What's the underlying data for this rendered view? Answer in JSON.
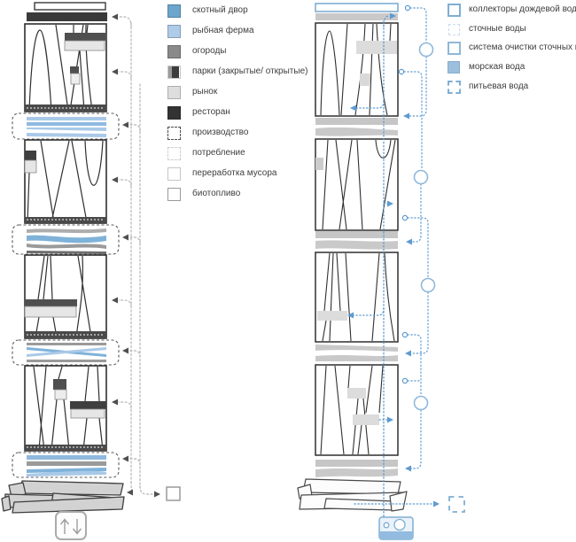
{
  "legend_buildings": {
    "items": [
      {
        "label": "скотный двор",
        "color": "#6CA6CD"
      },
      {
        "label": "рыбная ферма",
        "color": "#AECBE8"
      },
      {
        "label": "огороды",
        "color": "#8A8A8A"
      },
      {
        "label": "парки (закрытые/ открытые)",
        "color": "#9A9A9A",
        "color2": "#3C3C3C"
      },
      {
        "label": "рынок",
        "color": "#DEDEDE"
      },
      {
        "label": "ресторан",
        "color": "#333333"
      },
      {
        "label": "производство",
        "style": "dashed-dark"
      },
      {
        "label": "потребление",
        "style": "dashed-light"
      },
      {
        "label": "переработка мусора",
        "style": "outline-light"
      },
      {
        "label": "биотопливо",
        "style": "outline-gray"
      }
    ]
  },
  "legend_water": {
    "items": [
      {
        "label": "коллекторы дождевой воды",
        "style": "outline-blue"
      },
      {
        "label": "сточные воды",
        "style": "outline-faint"
      },
      {
        "label": "система очистки сточных вод",
        "style": "outline-blue-bold"
      },
      {
        "label": "морская вода",
        "color": "#9DBEDC"
      },
      {
        "label": "питьевая вода",
        "style": "dashed-blue"
      }
    ]
  },
  "colors": {
    "water_accent": "#5E9BD0",
    "stripe_blue": "#7FB2D9",
    "light_blue": "#A9C9E8",
    "seawater": "#9DBEDC",
    "dark_gray": "#3C3C3C",
    "mid_gray": "#8A8A8A",
    "network_gray": "#B5B5B5"
  },
  "icons": {
    "elevator": "up-down-arrows",
    "treatment_device": "water-treatment-unit"
  }
}
